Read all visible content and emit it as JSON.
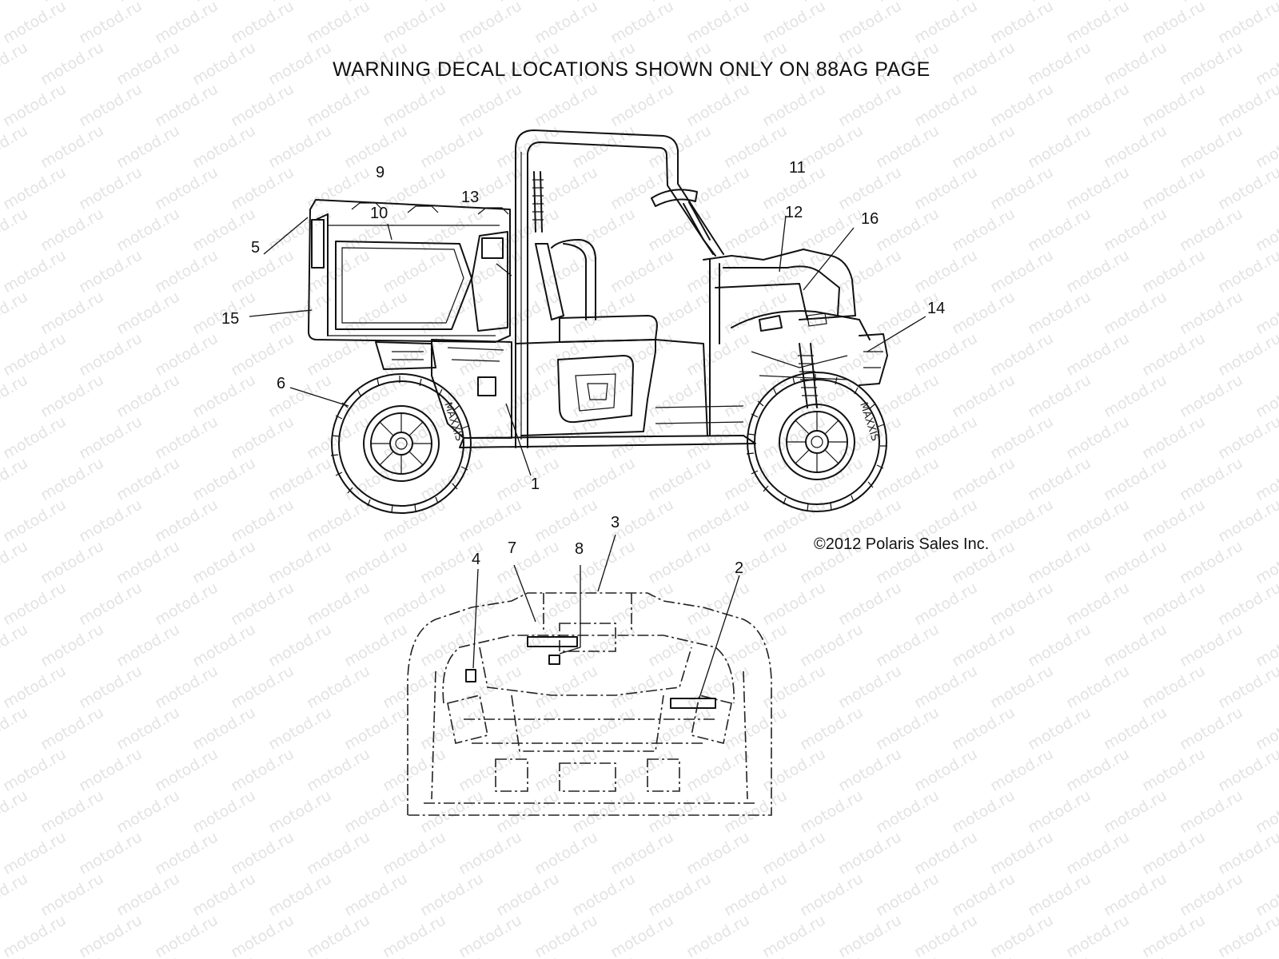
{
  "title": "WARNING DECAL LOCATIONS SHOWN ONLY ON 88AG PAGE",
  "copyright": "©2012 Polaris Sales Inc.",
  "watermark": "motod.ru",
  "tire_brand": "MAXXIS",
  "callouts": [
    {
      "id": "c1",
      "label": "1"
    },
    {
      "id": "c2",
      "label": "2"
    },
    {
      "id": "c3",
      "label": "3"
    },
    {
      "id": "c4",
      "label": "4"
    },
    {
      "id": "c5",
      "label": "5"
    },
    {
      "id": "c6",
      "label": "6"
    },
    {
      "id": "c7",
      "label": "7"
    },
    {
      "id": "c8",
      "label": "8"
    },
    {
      "id": "c9",
      "label": "9"
    },
    {
      "id": "c10",
      "label": "10"
    },
    {
      "id": "c11",
      "label": "11"
    },
    {
      "id": "c12",
      "label": "12"
    },
    {
      "id": "c13",
      "label": "13"
    },
    {
      "id": "c14",
      "label": "14"
    },
    {
      "id": "c15",
      "label": "15"
    },
    {
      "id": "c16",
      "label": "16"
    }
  ]
}
